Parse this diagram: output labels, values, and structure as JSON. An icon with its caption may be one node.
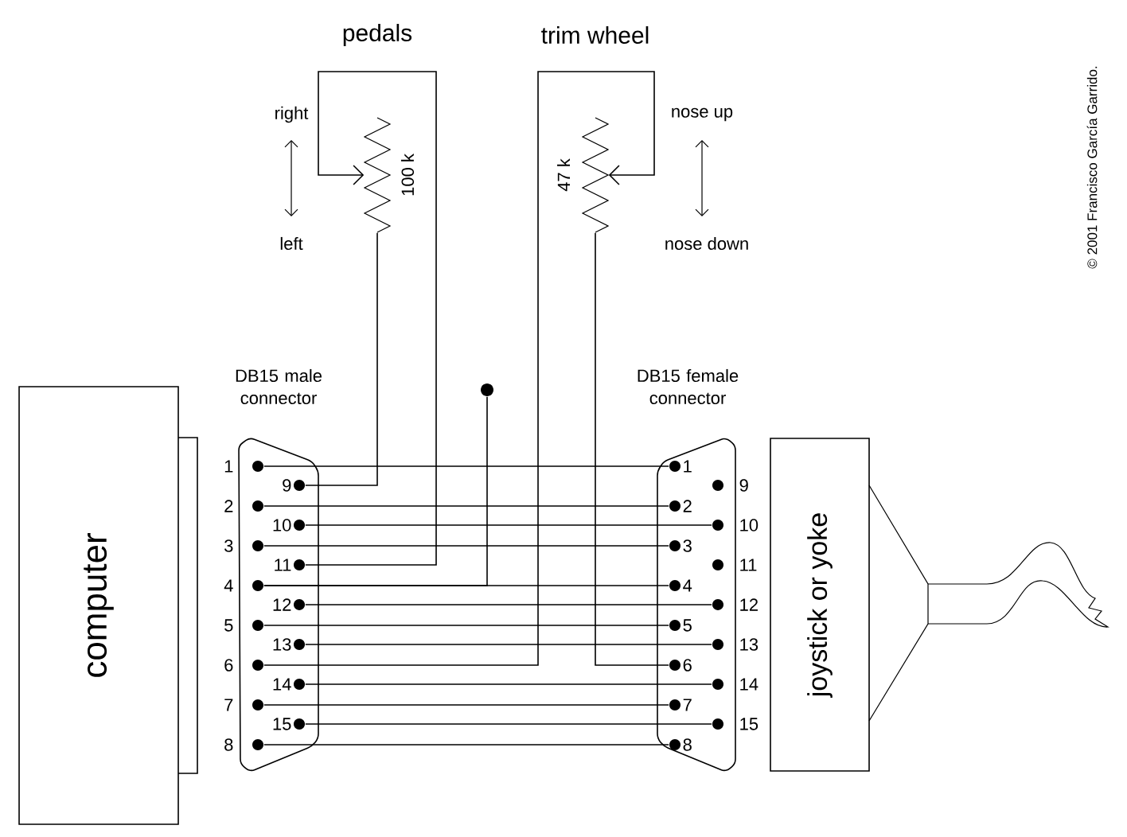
{
  "diagram": {
    "nodes": [
      {
        "text": [
          "computer"
        ]
      },
      {
        "text": [
          "DB15 male connector"
        ]
      },
      {
        "text": [
          "1"
        ],
        "in": 1
      },
      {
        "text": [
          "2"
        ],
        "in": 1
      },
      {
        "text": [
          "3"
        ],
        "in": 1
      },
      {
        "text": [
          "4"
        ],
        "in": 1
      },
      {
        "text": [
          "5"
        ],
        "in": 1
      },
      {
        "text": [
          "6"
        ],
        "in": 1
      },
      {
        "text": [
          "7"
        ],
        "in": 1
      },
      {
        "text": [
          "8"
        ],
        "in": 1
      },
      {
        "text": [
          "9"
        ],
        "in": 1
      },
      {
        "text": [
          "10"
        ],
        "in": 1
      },
      {
        "text": [
          "11"
        ],
        "in": 1
      },
      {
        "text": [
          "12"
        ],
        "in": 1
      },
      {
        "text": [
          "13"
        ],
        "in": 1
      },
      {
        "text": [
          "14"
        ],
        "in": 1
      },
      {
        "text": [
          "15"
        ],
        "in": 1
      },
      {
        "text": [
          "DB15 female connector"
        ]
      },
      {
        "text": [
          "1"
        ],
        "in": 17
      },
      {
        "text": [
          "2"
        ],
        "in": 17
      },
      {
        "text": [
          "3"
        ],
        "in": 17
      },
      {
        "text": [
          "4"
        ],
        "in": 17
      },
      {
        "text": [
          "5"
        ],
        "in": 17
      },
      {
        "text": [
          "6"
        ],
        "in": 17
      },
      {
        "text": [
          "7"
        ],
        "in": 17
      },
      {
        "text": [
          "8"
        ],
        "in": 17
      },
      {
        "text": [
          "9"
        ],
        "in": 17
      },
      {
        "text": [
          "10"
        ],
        "in": 17
      },
      {
        "text": [
          "11"
        ],
        "in": 17
      },
      {
        "text": [
          "12"
        ],
        "in": 17
      },
      {
        "text": [
          "13"
        ],
        "in": 17
      },
      {
        "text": [
          "14"
        ],
        "in": 17
      },
      {
        "text": [
          "15"
        ],
        "in": 17
      },
      {
        "text": [
          "joystick or yoke"
        ]
      },
      {
        "text": [
          "pedals",
          "100 k"
        ]
      },
      {
        "text": [
          "trim wheel",
          "47 k"
        ]
      },
      {
        "text": [],
        "shape": "circle"
      }
    ],
    "edges": [
      {
        "from": 2,
        "to": 18,
        "arrow": "none"
      },
      {
        "from": 3,
        "to": 19,
        "arrow": "none"
      },
      {
        "from": 4,
        "to": 20,
        "arrow": "none"
      },
      {
        "from": 5,
        "to": 21,
        "arrow": "none"
      },
      {
        "from": 6,
        "to": 22,
        "arrow": "none"
      },
      {
        "from": 8,
        "to": 24,
        "arrow": "none"
      },
      {
        "from": 9,
        "to": 25,
        "arrow": "none"
      },
      {
        "from": 11,
        "to": 27,
        "arrow": "none"
      },
      {
        "from": 13,
        "to": 29,
        "arrow": "none"
      },
      {
        "from": 14,
        "to": 30,
        "arrow": "none"
      },
      {
        "from": 15,
        "to": 31,
        "arrow": "none"
      },
      {
        "from": 16,
        "to": 32,
        "arrow": "none"
      },
      {
        "from": 34,
        "to": 10,
        "arrow": "none"
      },
      {
        "from": 12,
        "to": 34,
        "arrow": "to"
      },
      {
        "from": 7,
        "to": 35,
        "arrow": "to"
      },
      {
        "from": 35,
        "to": 23,
        "arrow": "none"
      },
      {
        "from": 5,
        "to": 36,
        "arrow": "none"
      }
    ],
    "labels": [
      "right",
      "left",
      "nose up",
      "nose down",
      "© 2001 Francisco García Garrido."
    ]
  }
}
